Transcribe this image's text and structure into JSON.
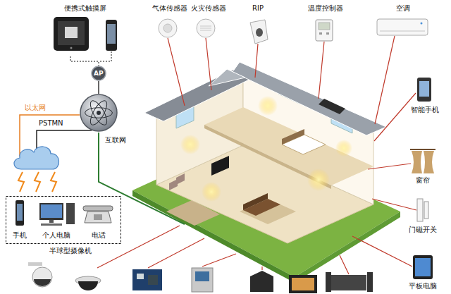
{
  "diagram": {
    "nodes": [
      {
        "text": [
          "便携式触摸屏"
        ]
      },
      {
        "text": [
          "AP"
        ]
      },
      {
        "text": [
          "互联网"
        ]
      },
      {
        "text": [
          "手机",
          "个人电脑",
          "电话"
        ]
      }
    ],
    "edges": [
      {
        "from": 0,
        "to": 1,
        "arrow": "none"
      },
      {
        "from": 1,
        "to": 2,
        "arrow": "none"
      }
    ],
    "labels": [
      "气体传感器",
      "火灾传感器",
      "RIP",
      "温度控制器",
      "空调",
      "以太网",
      "PSTMN",
      "智能手机",
      "窗帘",
      "门磁开关",
      "半球型摄像机",
      "平板电脑"
    ]
  }
}
